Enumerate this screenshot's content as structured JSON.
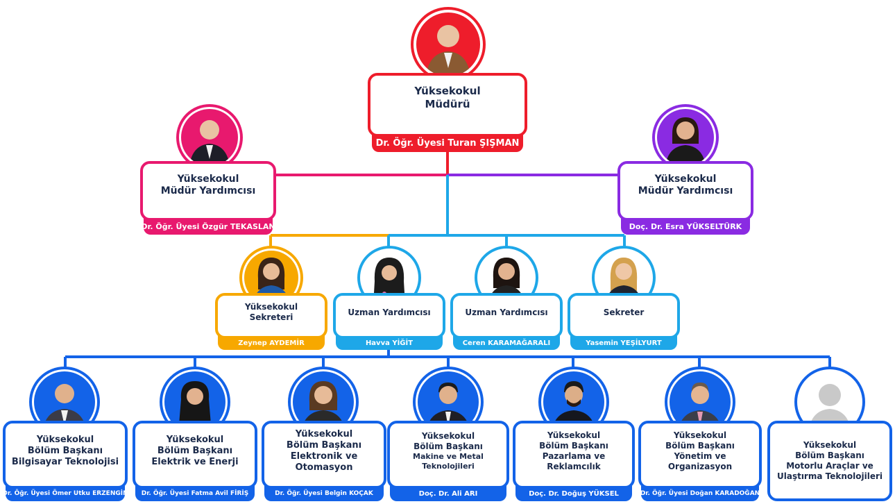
{
  "colors": {
    "red": "#ee1d2b",
    "pink": "#e8196e",
    "purple": "#8a2be2",
    "orange": "#f7a800",
    "cyan": "#1ea7e8",
    "blue": "#1363e8",
    "text": "#1b2a4a"
  },
  "director": {
    "title_line1": "Yüksekokul",
    "title_line2": "Müdürü",
    "name": "Dr. Öğr. Üyesi Turan ŞIŞMAN"
  },
  "deputies": [
    {
      "title_line1": "Yüksekokul",
      "title_line2": "Müdür Yardımcısı",
      "name": "Dr. Öğr. Üyesi Özgür TEKASLAN"
    },
    {
      "title_line1": "Yüksekokul",
      "title_line2": "Müdür Yardımcısı",
      "name": "Doç. Dr. Esra YÜKSELTÜRK"
    }
  ],
  "staff": [
    {
      "title_line1": "Yüksekokul",
      "title_line2": "Sekreteri",
      "name": "Zeynep AYDEMİR"
    },
    {
      "title_line1": "Uzman Yardımcısı",
      "title_line2": "",
      "name": "Havva YİĞİT"
    },
    {
      "title_line1": "Uzman Yardımcısı",
      "title_line2": "",
      "name": "Ceren KARAMAĞARALI"
    },
    {
      "title_line1": "Sekreter",
      "title_line2": "",
      "name": "Yasemin YEŞİLYURT"
    }
  ],
  "heads": [
    {
      "line1": "Yüksekokul",
      "line2": "Bölüm Başkanı",
      "line3": "Bilgisayar Teknolojisi",
      "line4": "",
      "name": "Dr. Öğr. Üyesi Ömer Utku ERZENGİN"
    },
    {
      "line1": "Yüksekokul",
      "line2": "Bölüm Başkanı",
      "line3": "Elektrik ve Enerji",
      "line4": "",
      "name": "Dr. Öğr. Üyesi Fatma Avil FİRİŞ"
    },
    {
      "line1": "Yüksekokul",
      "line2": "Bölüm Başkanı",
      "line3": "Elektronik ve Otomasyon",
      "line4": "",
      "name": "Dr. Öğr. Üyesi Belgin KOÇAK"
    },
    {
      "line1": "Yüksekokul",
      "line2": "Bölüm Başkanı",
      "line3": "Makine ve Metal Teknolojileri",
      "line4": "",
      "name": "Doç. Dr. Ali ARI"
    },
    {
      "line1": "Yüksekokul",
      "line2": "Bölüm Başkanı",
      "line3": "Pazarlama ve Reklamcılık",
      "line4": "",
      "name": "Doç. Dr. Doğuş YÜKSEL"
    },
    {
      "line1": "Yüksekokul",
      "line2": "Bölüm Başkanı",
      "line3": "Yönetim ve Organizasyon",
      "line4": "",
      "name": "Dr. Öğr. Üyesi Doğan KARADOĞAN"
    },
    {
      "line1": "Yüksekokul",
      "line2": "Bölüm Başkanı",
      "line3": "Motorlu Araçlar ve",
      "line4": "Ulaştırma Teknolojileri",
      "name": ""
    }
  ]
}
